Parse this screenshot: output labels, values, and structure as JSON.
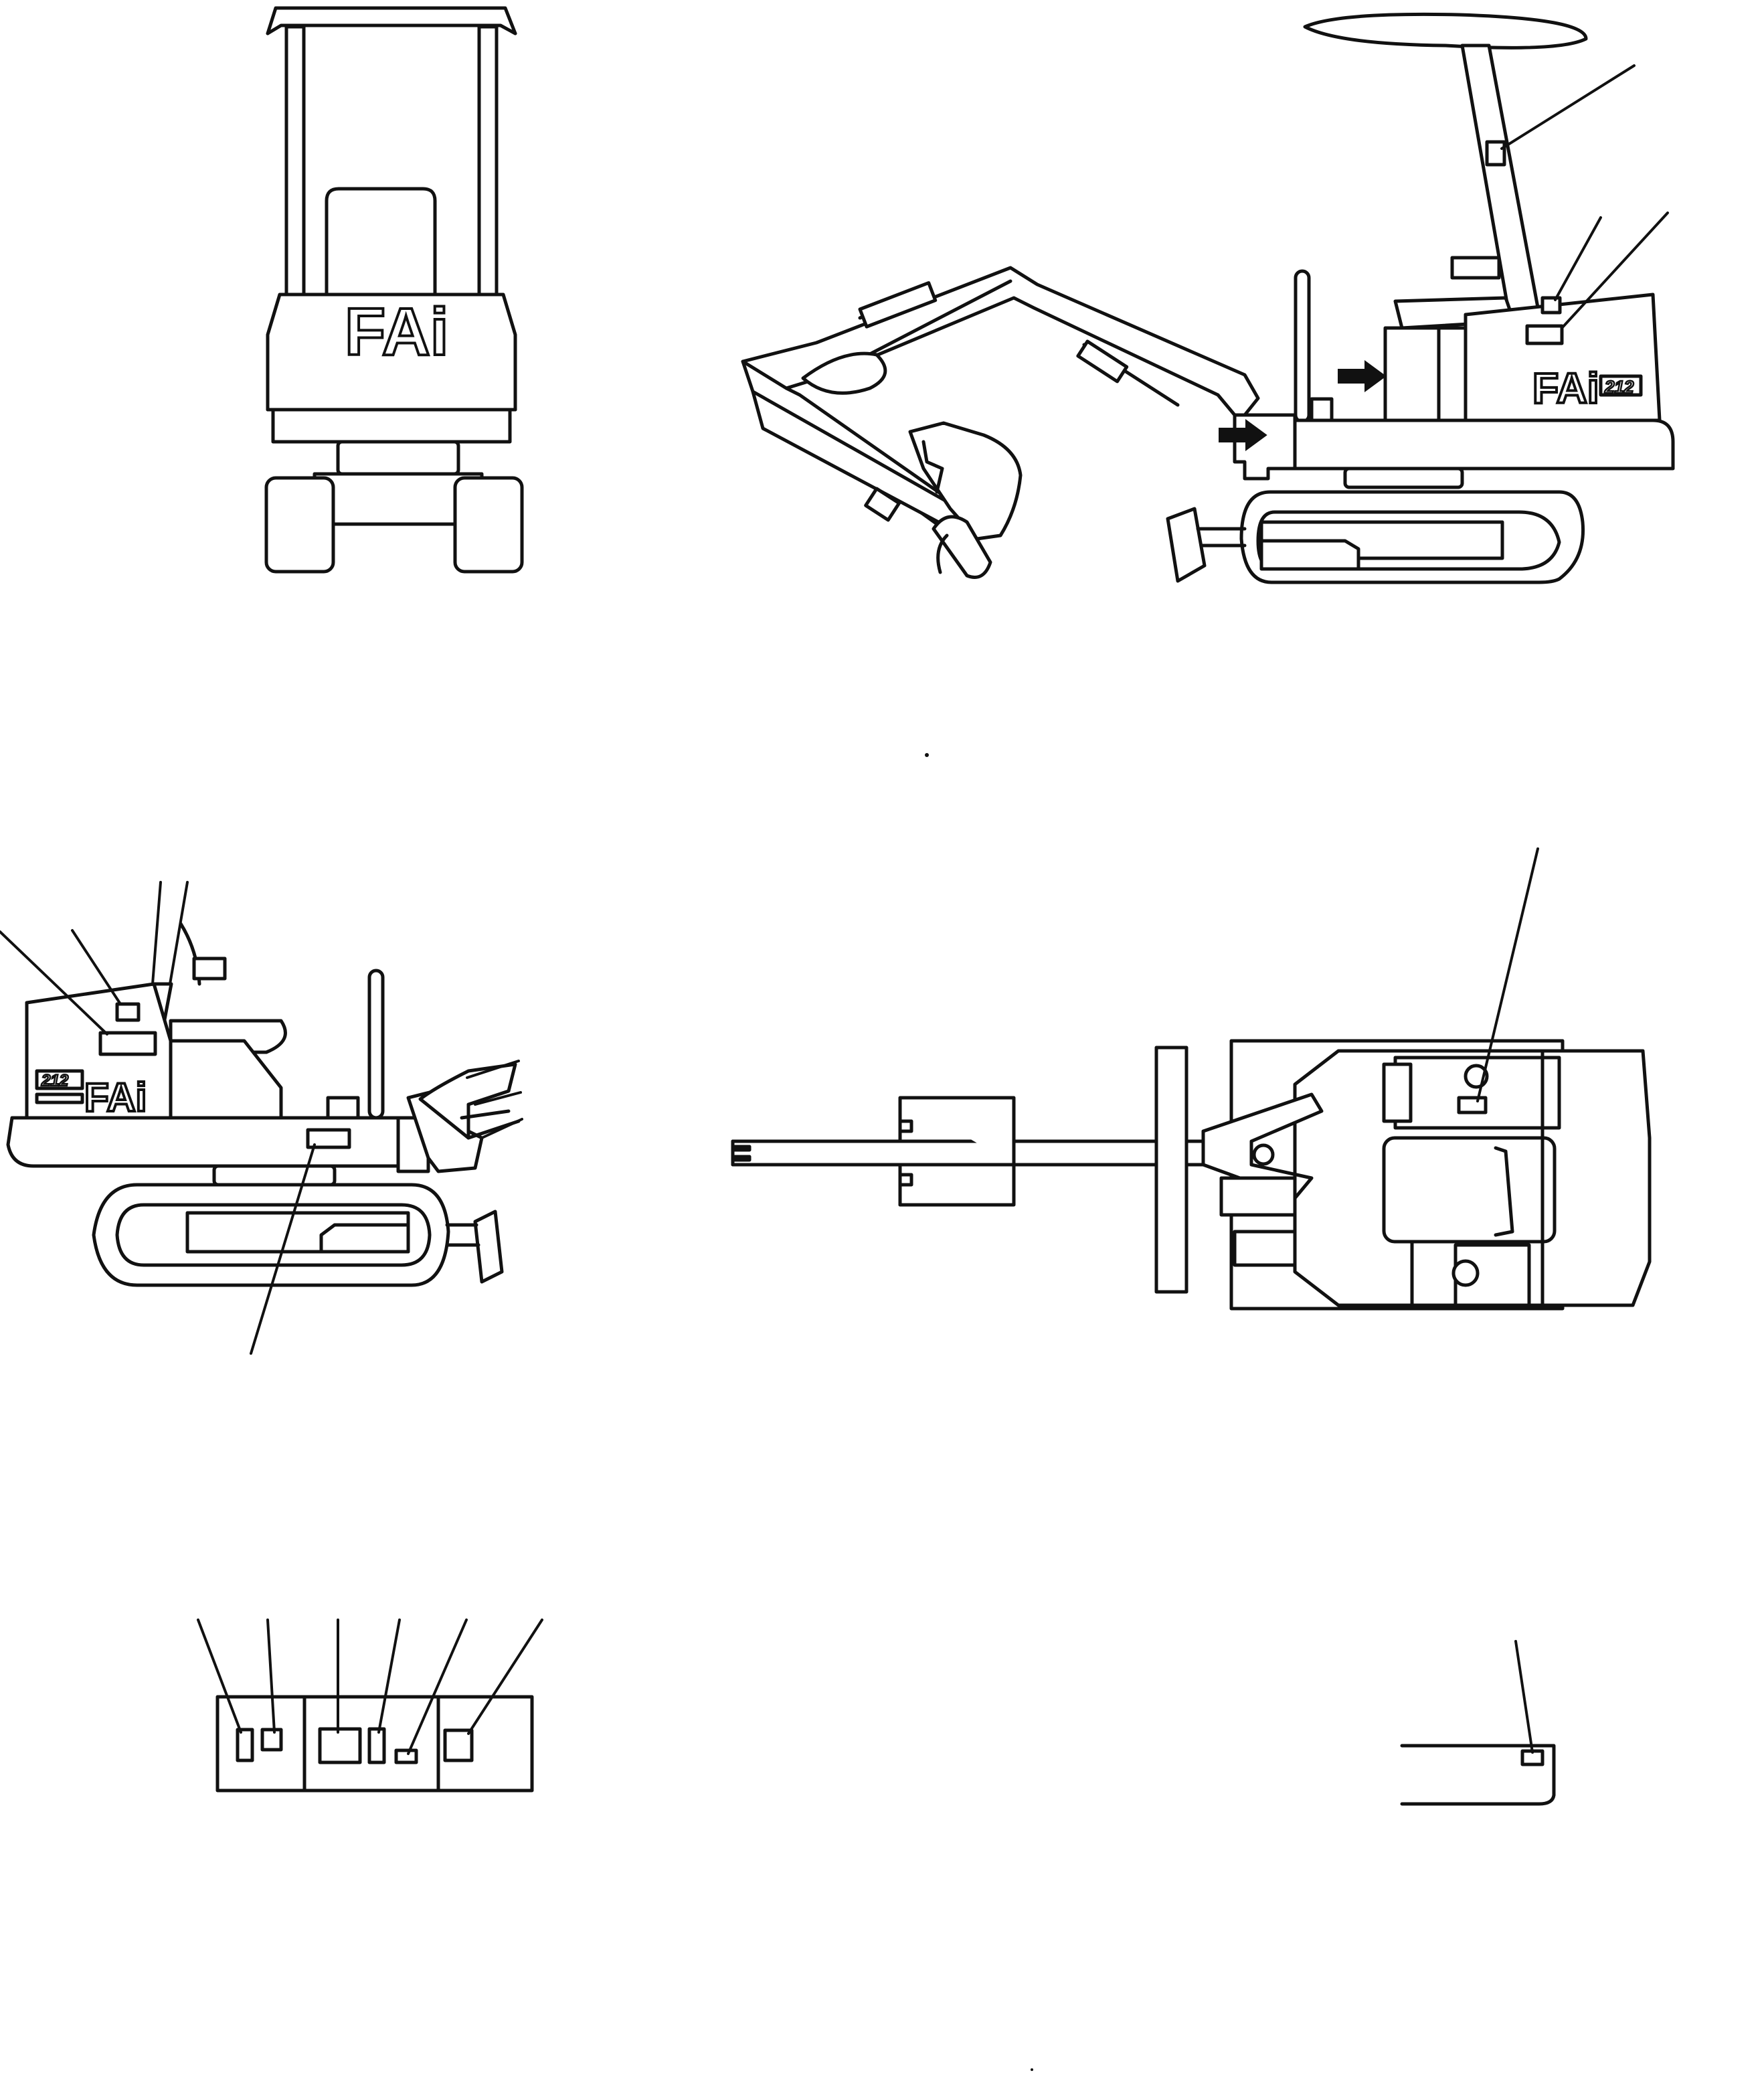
{
  "machine": {
    "brand_logo": "FAi",
    "model_badge": "212"
  },
  "views": [
    {
      "id": "front-view",
      "label": ""
    },
    {
      "id": "right-side-view",
      "label": ""
    },
    {
      "id": "left-side-view",
      "label": ""
    },
    {
      "id": "top-view",
      "label": ""
    },
    {
      "id": "decal-group-detail",
      "label": ""
    },
    {
      "id": "corner-decal-detail",
      "label": ""
    }
  ],
  "colors": {
    "line": "#111111",
    "background": "#ffffff"
  }
}
